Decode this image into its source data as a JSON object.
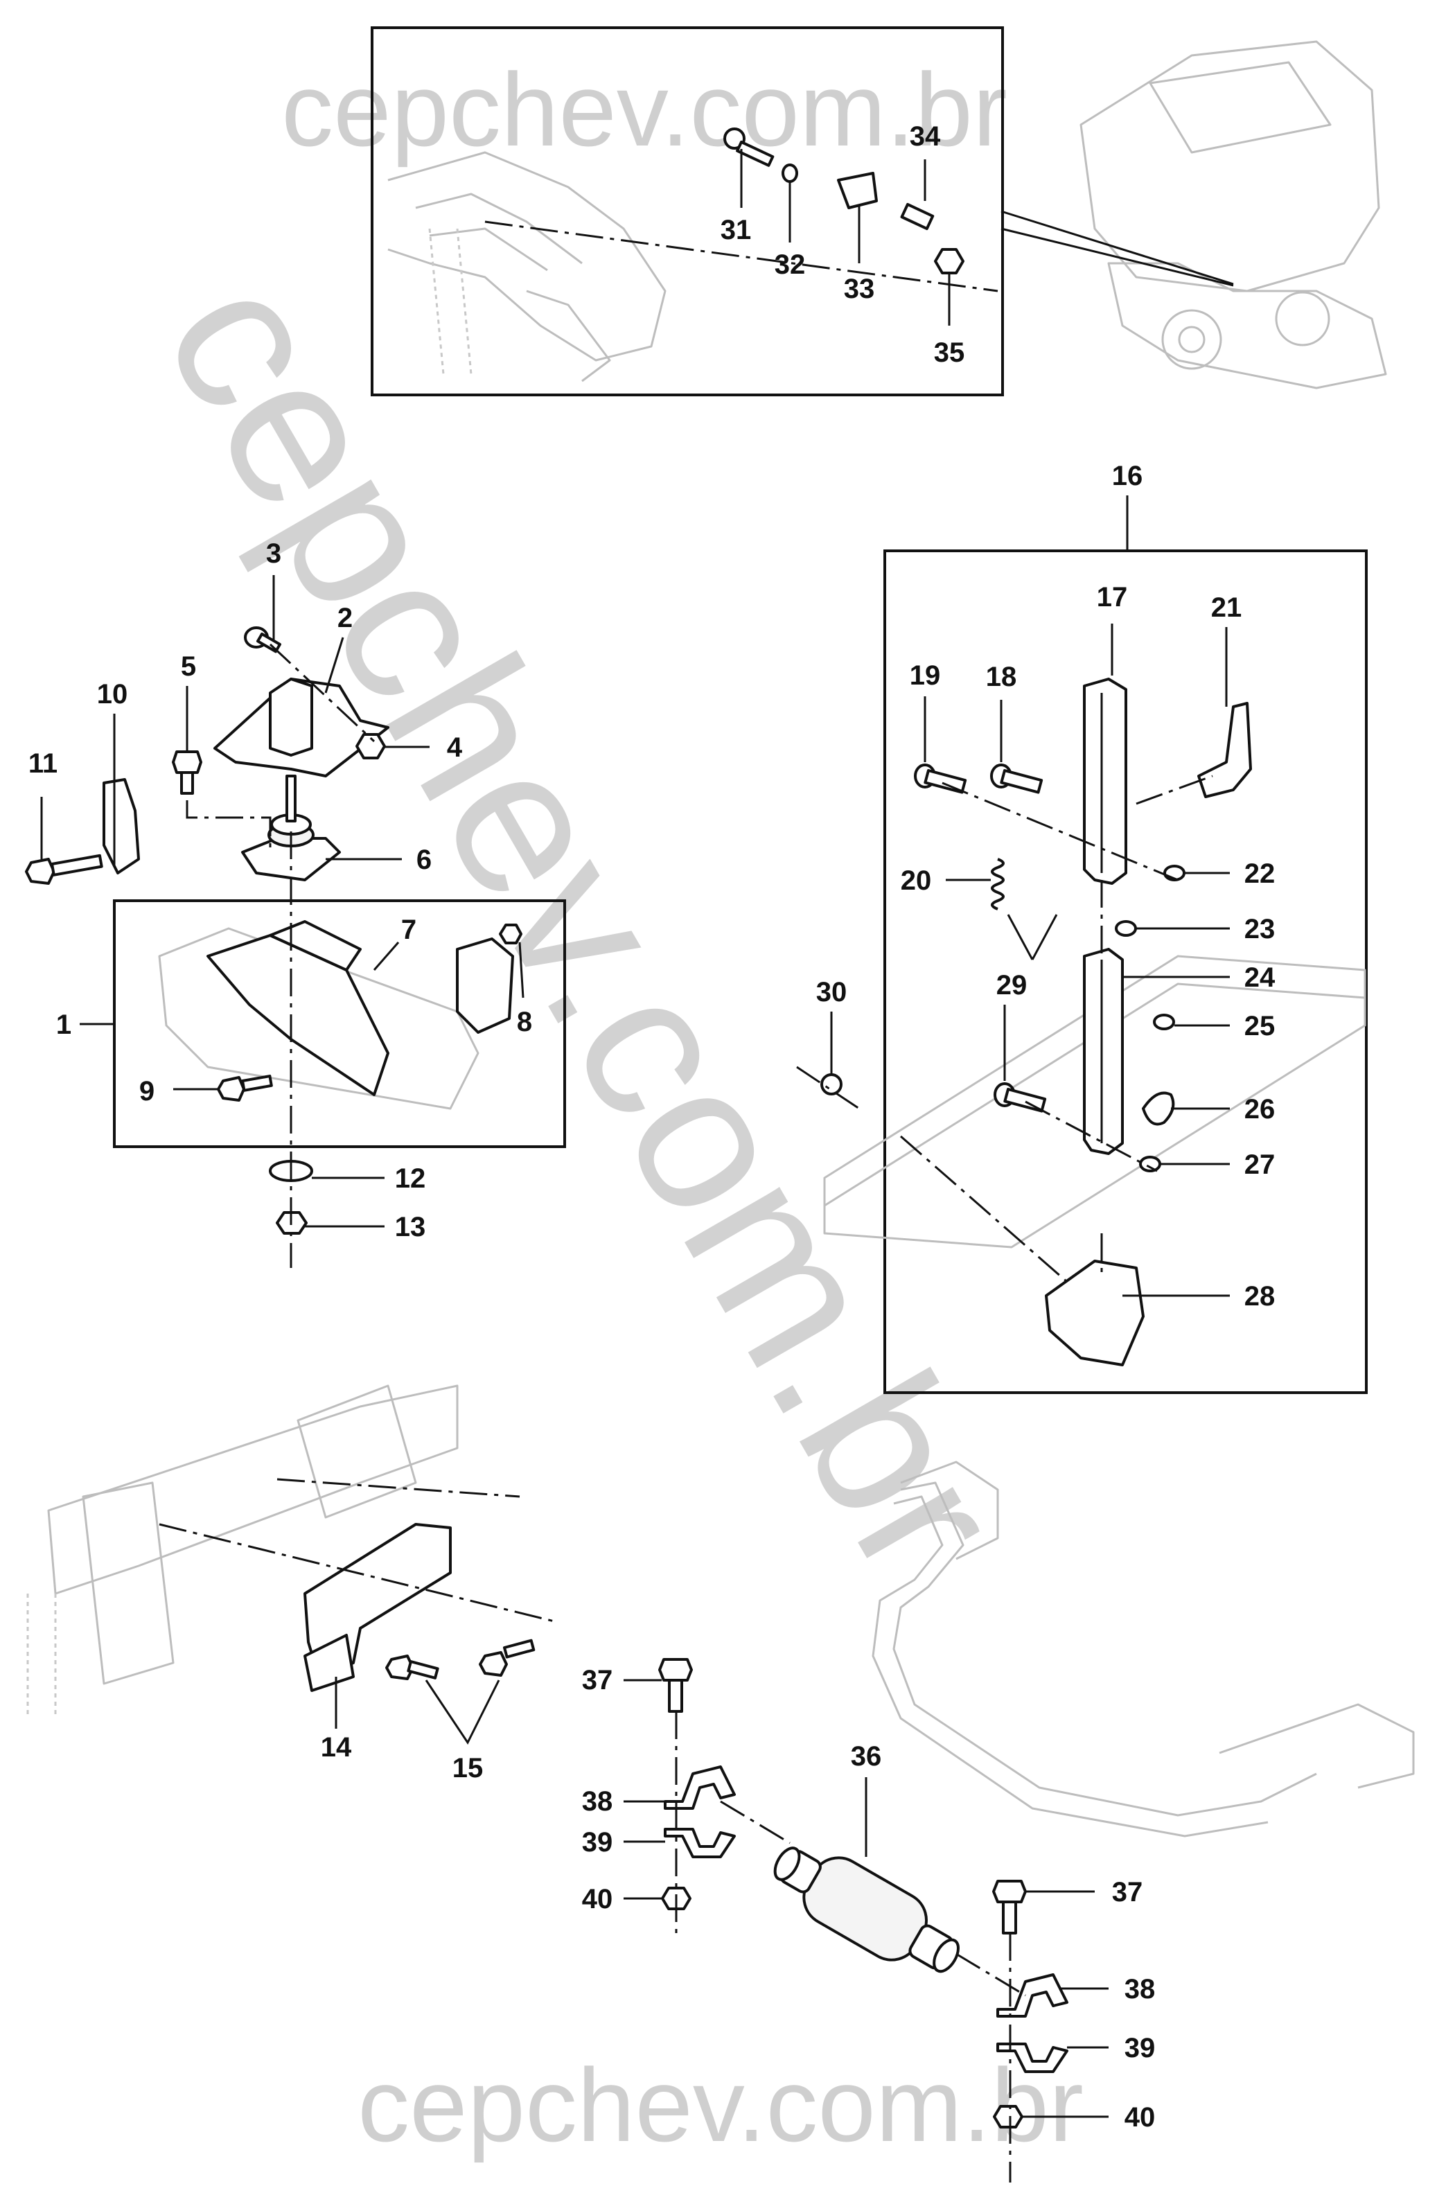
{
  "watermark": {
    "top": "cepchev.com.br",
    "bottom": "cepchev.com.br",
    "diagonal": "cepchev.com.br"
  },
  "callouts": {
    "c1": "1",
    "c2": "2",
    "c3": "3",
    "c4": "4",
    "c5": "5",
    "c6": "6",
    "c7": "7",
    "c8": "8",
    "c9": "9",
    "c10": "10",
    "c11": "11",
    "c12": "12",
    "c13": "13",
    "c14": "14",
    "c15": "15",
    "c16": "16",
    "c17": "17",
    "c18": "18",
    "c19": "19",
    "c20": "20",
    "c21": "21",
    "c22": "22",
    "c23": "23",
    "c24": "24",
    "c25": "25",
    "c26": "26",
    "c27": "27",
    "c28": "28",
    "c29": "29",
    "c30": "30",
    "c31": "31",
    "c32": "32",
    "c33": "33",
    "c34": "34",
    "c35": "35",
    "c36": "36",
    "c37a": "37",
    "c37b": "37",
    "c38a": "38",
    "c38b": "38",
    "c39a": "39",
    "c39b": "39",
    "c40a": "40",
    "c40b": "40"
  },
  "colors": {
    "line": "#111111",
    "ghost": "#bdbdbd",
    "watermark": "#cfcfcf"
  }
}
